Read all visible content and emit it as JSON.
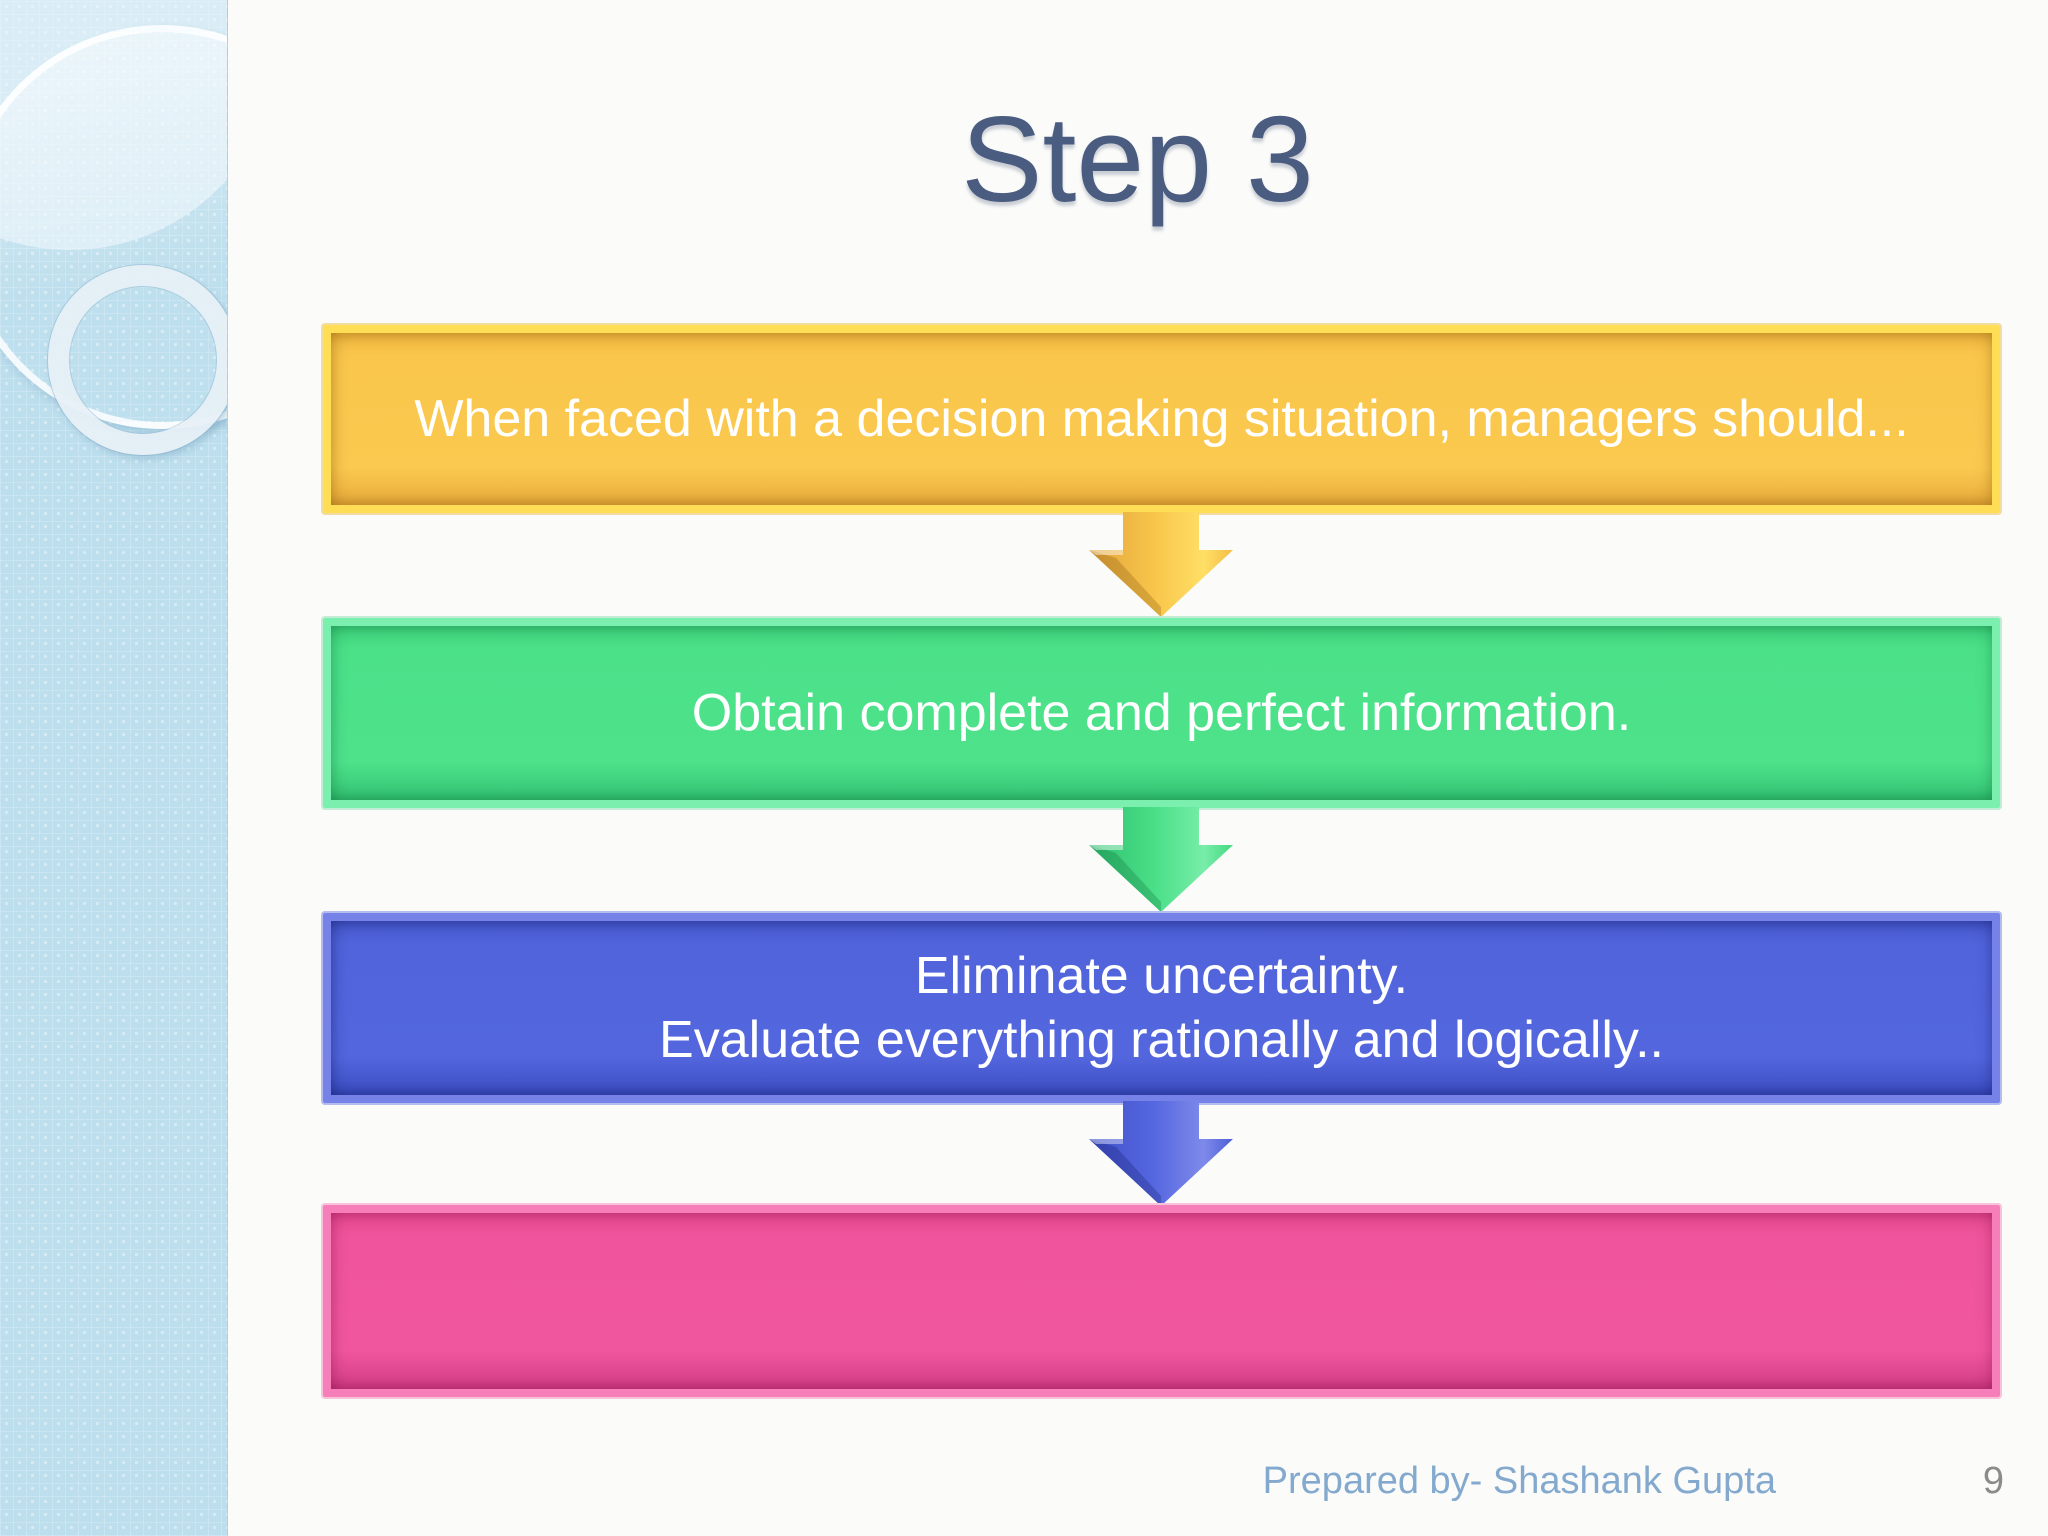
{
  "slide": {
    "title": "Step 3",
    "footer": {
      "credit": "Prepared by- Shashank Gupta",
      "page_number": "9"
    }
  },
  "flow": {
    "steps": [
      {
        "name": "decision-premise",
        "text": "When faced with a decision making situation, managers should...",
        "fill": "#FAC64C",
        "edge": "#FFDD55",
        "shade": "#E8AC3C"
      },
      {
        "name": "obtain-information",
        "text": "Obtain complete and perfect information.",
        "fill": "#4BE189",
        "edge": "#7BEFAE",
        "shade": "#34C473"
      },
      {
        "name": "eliminate-uncertainty",
        "text": "Eliminate uncertainty.\nEvaluate everything rationally and logically..",
        "fill": "#5164DC",
        "edge": "#7682E8",
        "shade": "#3D4EC2"
      },
      {
        "name": "final-empty-step",
        "text": "",
        "fill": "#EF549C",
        "edge": "#F77FB9",
        "shade": "#D23E86"
      }
    ],
    "connector_colors": [
      "#F7C247",
      "#46DE85",
      "#5466E0"
    ]
  },
  "palette": {
    "title_color": "#4A5C80",
    "sidebar_blue": "#BCDEED",
    "footer_color": "#84A9CE",
    "page_number_color": "#8B8B8B",
    "content_background": "#FBFBFA"
  }
}
